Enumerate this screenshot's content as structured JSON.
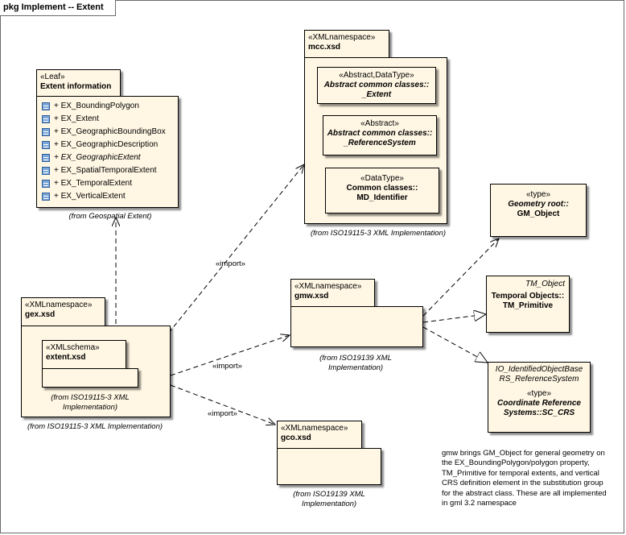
{
  "frame": {
    "title": "pkg Implement -- Extent"
  },
  "leaf": {
    "stereotype": "«Leaf»",
    "name": "Extent information",
    "items": [
      "+ EX_BoundingPolygon",
      "+ EX_Extent",
      "+ EX_GeographicBoundingBox",
      "+ EX_GeographicDescription",
      "+ EX_GeographicExtent",
      "+ EX_SpatialTemporalExtent",
      "+ EX_TemporalExtent",
      "+ EX_VerticalExtent"
    ],
    "from": "(from Geospatial Extent)"
  },
  "mcc": {
    "stereotype": "«XMLnamespace»",
    "name": "mcc.xsd",
    "classes": [
      {
        "stereotype": "«Abstract,DataType»",
        "line1": "Abstract common classes::",
        "line2": "_Extent"
      },
      {
        "stereotype": "«Abstract»",
        "line1": "Abstract common classes::",
        "line2": "_ReferenceSystem"
      },
      {
        "stereotype": "«DataType»",
        "line1": "Common classes::",
        "line2": "MD_Identifier"
      }
    ],
    "from": "(from ISO19115-3 XML Implementation)"
  },
  "gex": {
    "stereotype": "«XMLnamespace»",
    "name": "gex.xsd",
    "inner_stereotype": "«XMLschema»",
    "inner_name": "extent.xsd",
    "inner_from_1": "(from ISO19115-3 XML",
    "inner_from_2": "Implementation)",
    "from": "(from ISO19115-3 XML Implementation)"
  },
  "gmw": {
    "stereotype": "«XMLnamespace»",
    "name": "gmw.xsd",
    "from_1": "(from ISO19139 XML",
    "from_2": "Implementation)"
  },
  "gco": {
    "stereotype": "«XMLnamespace»",
    "name": "gco.xsd",
    "from_1": "(from ISO19139 XML",
    "from_2": "Implementation)"
  },
  "gm_object": {
    "stereotype": "«type»",
    "line1": "Geometry root::",
    "line2": "GM_Object"
  },
  "tm_primitive": {
    "parent": "TM_Object",
    "line1": "Temporal Objects::",
    "line2": "TM_Primitive"
  },
  "sc_crs": {
    "parent1": "IO_IdentifiedObjectBase",
    "parent2": "RS_ReferenceSystem",
    "stereotype": "«type»",
    "line1": "Coordinate Reference",
    "line2": "Systems::SC_CRS"
  },
  "labels": {
    "import1": "«import»",
    "import2": "«import»",
    "import3": "«import»"
  },
  "note_text": "gmw brings GM_Object for general geometry on the EX_BoundingPolygon/polygon property, TM_Primitive for temporal extents, and vertical CRS definition element in the substitution group for the abstract class. These are all implemented in gml 3.2 namespace"
}
